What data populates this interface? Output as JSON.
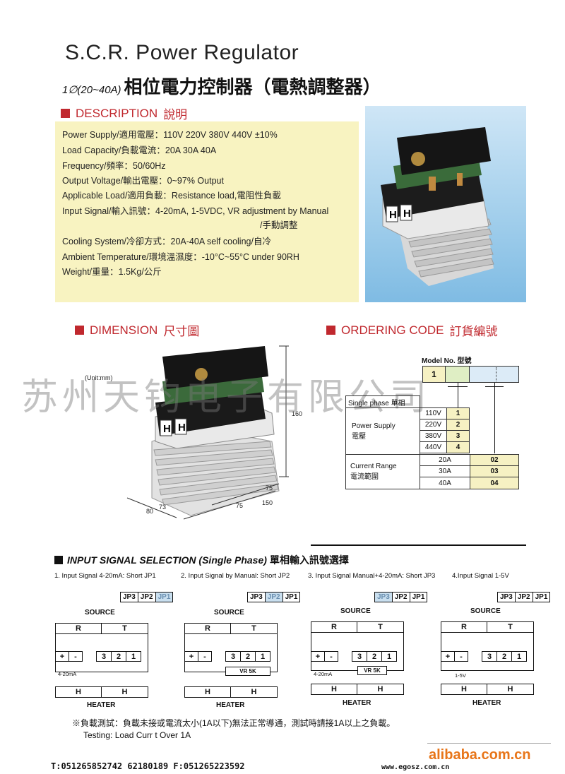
{
  "header": {
    "title": "S.C.R. Power Regulator",
    "subtitle_prefix": "1∅(20~40A)",
    "subtitle": "相位電力控制器（電熱調整器）"
  },
  "description": {
    "heading_en": "DESCRIPTION",
    "heading_cn": "說明",
    "lines": [
      "Power Supply/適用電壓：110V 220V 380V 440V  ±10%",
      "Load Capacity/負載電流：20A 30A 40A",
      "Frequency/頻率：50/60Hz",
      "Output Voltage/輸出電壓：0~97% Output",
      "Applicable Load/適用負載：Resistance load,電阻性負載",
      "Input Signal/輸入訊號：4-20mA, 1-5VDC, VR adjustment by Manual",
      "/手動調整",
      "Cooling System/冷卻方式：20A-40A self cooling/自冷",
      "Ambient Temperature/環境溫濕度：-10°C~55°C  under 90RH",
      "Weight/重量：1.5Kg/公斤"
    ]
  },
  "dimension": {
    "heading_en": "DIMENSION",
    "heading_cn": "尺寸圖",
    "unit": "(Unit:mm)",
    "labels": {
      "height": "160",
      "w75a": "75",
      "w75b": "75",
      "w150": "150",
      "d73": "73",
      "d80": "80"
    }
  },
  "watermark": "苏州天钧电子有限公司",
  "ordering": {
    "heading_en": "ORDERING CODE",
    "heading_cn": "訂貨編號",
    "model_label": "Model No. 型號",
    "model_first": "1",
    "single_phase": "Single phase 單相",
    "power_supply_label": "Power Supply",
    "power_supply_cn": "電壓",
    "voltages": [
      {
        "v": "110V",
        "code": "1"
      },
      {
        "v": "220V",
        "code": "2"
      },
      {
        "v": "380V",
        "code": "3"
      },
      {
        "v": "440V",
        "code": "4"
      }
    ],
    "current_label": "Current Range",
    "current_cn": "電流範圍",
    "currents": [
      {
        "a": "20A",
        "code": "02"
      },
      {
        "a": "30A",
        "code": "03"
      },
      {
        "a": "40A",
        "code": "04"
      }
    ]
  },
  "input_signal": {
    "heading": "INPUT SIGNAL SELECTION (Single Phase)",
    "heading_cn": "單相輸入訊號選擇",
    "captions": [
      "1. Input Signal 4-20mA: Short JP1",
      "2. Input Signal by Manual: Short JP2",
      "3. Input Signal Manual+4-20mA: Short JP3",
      "4.Input Signal 1-5V"
    ],
    "jp_labels": [
      "JP3",
      "JP2",
      "JP1"
    ],
    "source": "SOURCE",
    "heater": "HEATER",
    "r": "R",
    "t": "T",
    "h": "H",
    "plus": "+",
    "minus": "-",
    "n3": "3",
    "n2": "2",
    "n1": "1",
    "sig_420": "4-20mA",
    "sig_15": "1-5V",
    "vr": "VR 5K"
  },
  "notes": {
    "cn": "※負載測試：負載未接或電流太小(1A以下)無法正常導通，測試時請接1A以上之負載。",
    "en": "Testing: Load Curr  t Over 1A"
  },
  "footer": {
    "contact": "T:051265852742   62180189    F:051265223592",
    "site": "www.egosz.com.cn",
    "alibaba": "alibaba.com.cn"
  }
}
